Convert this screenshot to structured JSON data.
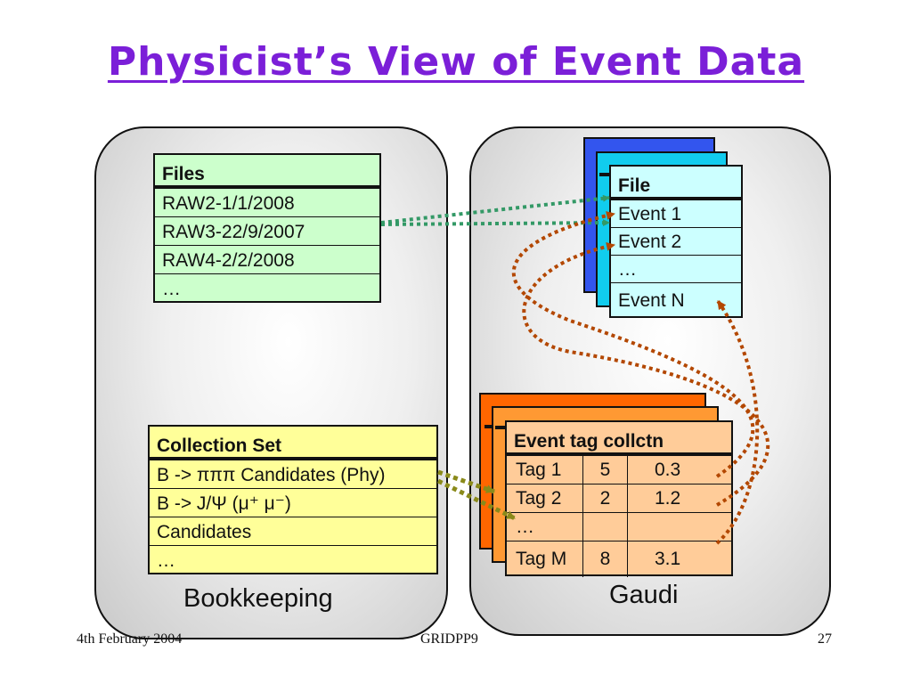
{
  "title": "Physicist’s View of Event Data",
  "bookkeeping": {
    "label": "Bookkeeping",
    "files_table": {
      "header": "Files",
      "rows": [
        "RAW2-1/1/2008",
        "RAW3-22/9/2007",
        "RAW4-2/2/2008",
        "…"
      ]
    },
    "collection_table": {
      "header": "Collection Set",
      "rows": [
        "B -> πππ Candidates (Phy)",
        "B -> J/Ψ (μ⁺ μ⁻)",
        "Candidates",
        "…"
      ]
    }
  },
  "gaudi": {
    "label": "Gaudi",
    "file_table": {
      "header": "File",
      "rows": [
        "Event 1",
        "Event 2",
        "…",
        "Event N"
      ]
    },
    "tag_table": {
      "header": "Event tag collctn",
      "rows": [
        [
          "Tag 1",
          "5",
          "0.3"
        ],
        [
          "Tag 2",
          "2",
          "1.2"
        ],
        [
          "…",
          "",
          ""
        ],
        [
          "Tag M",
          "8",
          "3.1"
        ]
      ]
    }
  },
  "footer": {
    "date": "4th February 2004",
    "center": "GRIDPP9",
    "page": "27"
  },
  "colors": {
    "title": "#7b1fd8",
    "files_bg": "#ccffcc",
    "collection_bg": "#ffff99",
    "file_bg": "#ccffff",
    "tag_bg": "#ffcc99",
    "stack_blue": "#3355ee",
    "stack_cyan": "#11ccee",
    "stack_orange": "#ff6600",
    "green_arrow": "#339966",
    "olive_arrow": "#8a8a1a",
    "brown_arrow": "#b34700"
  }
}
